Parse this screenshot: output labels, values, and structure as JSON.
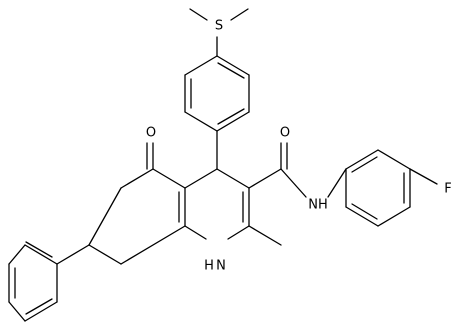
{
  "diagram": {
    "type": "chemical-structure",
    "atom_labels": {
      "sulfur": "S",
      "oxygen_ketone": "O",
      "oxygen_amide": "O",
      "amide_nh": "NH",
      "fluorine": "F",
      "ring_nh": "H\nN",
      "ring_n": "N",
      "ring_h": "H"
    },
    "colors": {
      "bond": "#000000",
      "background": "#ffffff",
      "text": "#000000"
    }
  }
}
